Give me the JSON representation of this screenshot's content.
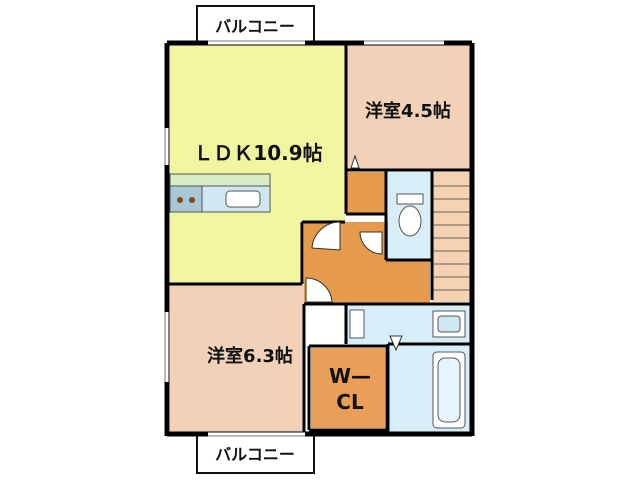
{
  "rooms": {
    "ldk": "ＬＤＫ10.9帖",
    "western_a": "洋室4.5帖",
    "western_b": "洋室6.3帖",
    "wcl_line1": "W—",
    "wcl_line2": "CL"
  },
  "balconies": {
    "top": "バルコニー",
    "bottom": "バルコニー"
  },
  "colors": {
    "ldk": "#f2f5a0",
    "western": "#f1d2b8",
    "hall": "#e59a4c",
    "wet": "#d7eef9",
    "wcl": "#ea9f58",
    "stairs": "#f4d2b2",
    "wall": "#000000"
  }
}
